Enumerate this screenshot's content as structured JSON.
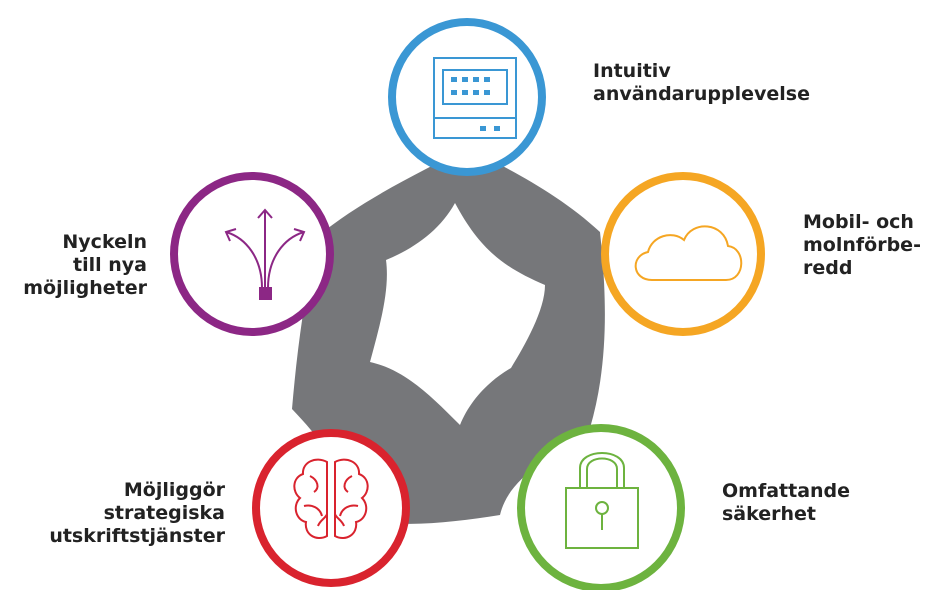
{
  "diagram": {
    "colors": {
      "hub": "#76777a",
      "top": "#3a97d4",
      "right": "#f5a623",
      "lower_right": "#6db33f",
      "lower_left": "#d9232e",
      "left": "#8c2785"
    },
    "nodes": [
      {
        "id": "top",
        "label": "Intuitiv\nanvändarupplevelse",
        "icon": "control-panel-icon"
      },
      {
        "id": "right",
        "label": "Mobil- och\nmolnförbe-\nredd",
        "icon": "cloud-icon"
      },
      {
        "id": "lower_right",
        "label": "Omfattande\nsäkerhet",
        "icon": "padlock-icon"
      },
      {
        "id": "lower_left",
        "label": "Möjliggör\nstrategiska\nutskriftstjänster",
        "icon": "brain-icon"
      },
      {
        "id": "left",
        "label": "Nyckeln\ntill nya\nmöjligheter",
        "icon": "branching-arrows-icon"
      }
    ]
  }
}
